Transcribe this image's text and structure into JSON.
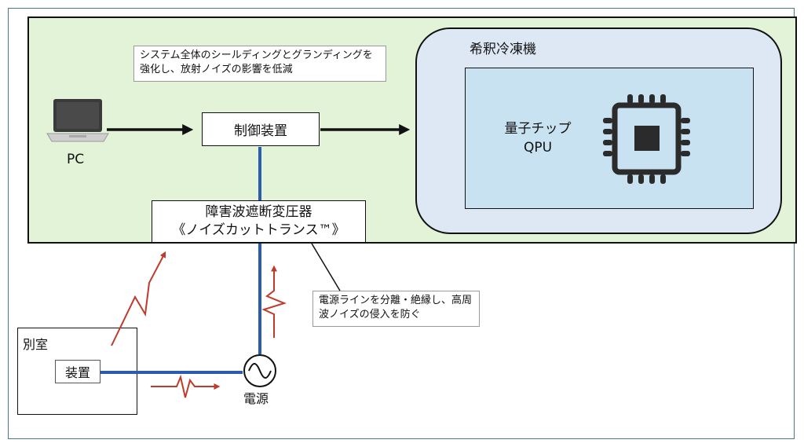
{
  "shielded_area": {
    "note": "システム全体のシールディングとグランディングを強化し、放射ノイズの影響を低減"
  },
  "pc": {
    "label": "PC"
  },
  "controller": {
    "label": "制御装置"
  },
  "refrigerator": {
    "label": "希釈冷凍機",
    "chip_line1": "量子チップ",
    "chip_line2": "QPU"
  },
  "transformer": {
    "line1": "障害波遮断変圧器",
    "line2": "《ノイズカットトランス™》"
  },
  "power_note": "電源ラインを分離・絶縁し、高周波ノイズの侵入を防ぐ",
  "other_room": {
    "label": "別室",
    "device_label": "装置"
  },
  "power_source": {
    "label": "電源"
  },
  "colors": {
    "shield_fill": "#e3f3d8",
    "fridge_fill": "#dde8f4",
    "chip_fill": "#c9e2f1",
    "power_line": "#2a5db0",
    "noise": "#c03a2b",
    "chip_icon": "#2b2b2b"
  }
}
